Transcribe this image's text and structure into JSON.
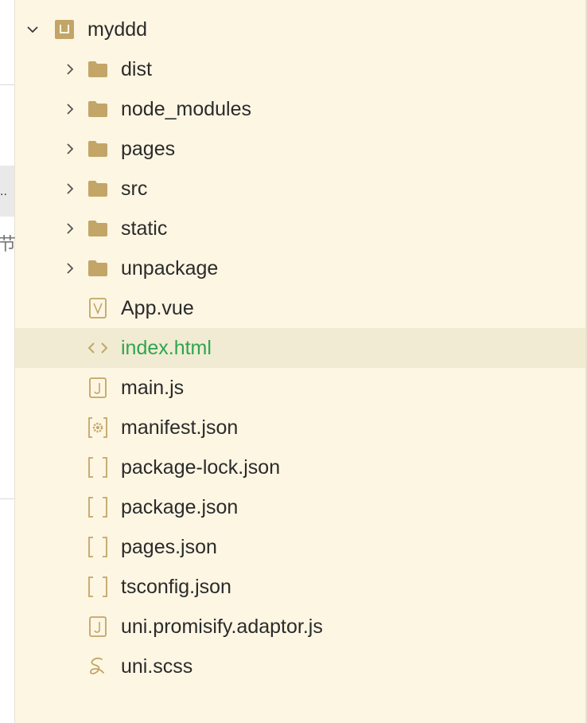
{
  "left_gutter": {
    "dots": "..",
    "char": "节"
  },
  "explorer": {
    "root": {
      "label": "myddd",
      "icon": "project-icon",
      "expanded": true
    },
    "items": [
      {
        "label": "dist",
        "type": "folder",
        "icon": "folder-icon"
      },
      {
        "label": "node_modules",
        "type": "folder",
        "icon": "folder-icon"
      },
      {
        "label": "pages",
        "type": "folder",
        "icon": "folder-icon"
      },
      {
        "label": "src",
        "type": "folder",
        "icon": "folder-icon"
      },
      {
        "label": "static",
        "type": "folder",
        "icon": "folder-icon"
      },
      {
        "label": "unpackage",
        "type": "folder",
        "icon": "folder-icon"
      },
      {
        "label": "App.vue",
        "type": "file",
        "icon": "vue-file-icon"
      },
      {
        "label": "index.html",
        "type": "file",
        "icon": "html-code-icon",
        "selected": true
      },
      {
        "label": "main.js",
        "type": "file",
        "icon": "js-file-icon"
      },
      {
        "label": "manifest.json",
        "type": "file",
        "icon": "manifest-gear-icon"
      },
      {
        "label": "package-lock.json",
        "type": "file",
        "icon": "json-brackets-icon"
      },
      {
        "label": "package.json",
        "type": "file",
        "icon": "json-brackets-icon"
      },
      {
        "label": "pages.json",
        "type": "file",
        "icon": "json-brackets-icon"
      },
      {
        "label": "tsconfig.json",
        "type": "file",
        "icon": "json-brackets-icon"
      },
      {
        "label": "uni.promisify.adaptor.js",
        "type": "file",
        "icon": "js-file-icon"
      },
      {
        "label": "uni.scss",
        "type": "file",
        "icon": "scss-file-icon"
      }
    ]
  },
  "colors": {
    "background": "#fdf6e3",
    "selected_row": "#f2ebd3",
    "selected_text": "#2ea54f",
    "icon": "#c2a567"
  }
}
